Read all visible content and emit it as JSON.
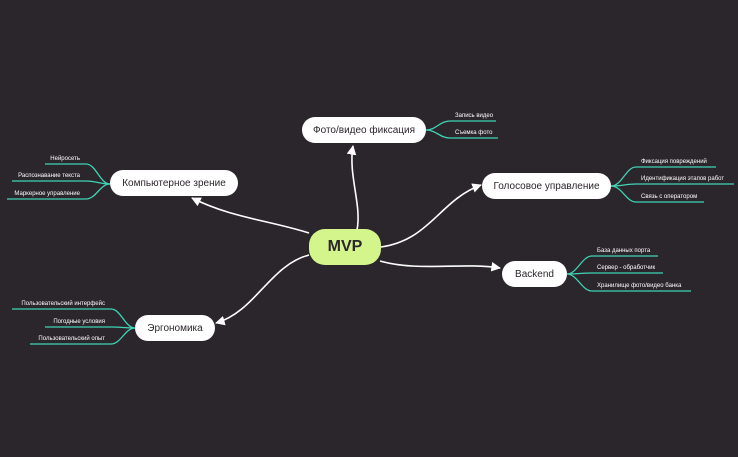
{
  "colors": {
    "background": "#2b252c",
    "root_fill": "#d4f58c",
    "node_fill": "#ffffff",
    "main_branch": "#ffffff",
    "sub_branch": "#3fd4b4"
  },
  "root": {
    "label": "MVP"
  },
  "branches": {
    "photo": {
      "label": "Фото/видео фиксация",
      "leaves": [
        "Запись видео",
        "Съемка фото"
      ]
    },
    "voice": {
      "label": "Голосовое управление",
      "leaves": [
        "Фиксация повреждений",
        "Идентификация этапов работ",
        "Связь с оператором"
      ]
    },
    "backend": {
      "label": "Backend",
      "leaves": [
        "База данных порта",
        "Сервер - обработчик",
        "Хранилище фото/видео банка"
      ]
    },
    "vision": {
      "label": "Компьютерное зрение",
      "leaves": [
        "Нейросеть",
        "Распознавание текста",
        "Маркерное управление"
      ]
    },
    "ergonomics": {
      "label": "Эргономика",
      "leaves": [
        "Пользовательский интерфейс",
        "Погодные условия",
        "Пользовательский опыт"
      ]
    }
  }
}
